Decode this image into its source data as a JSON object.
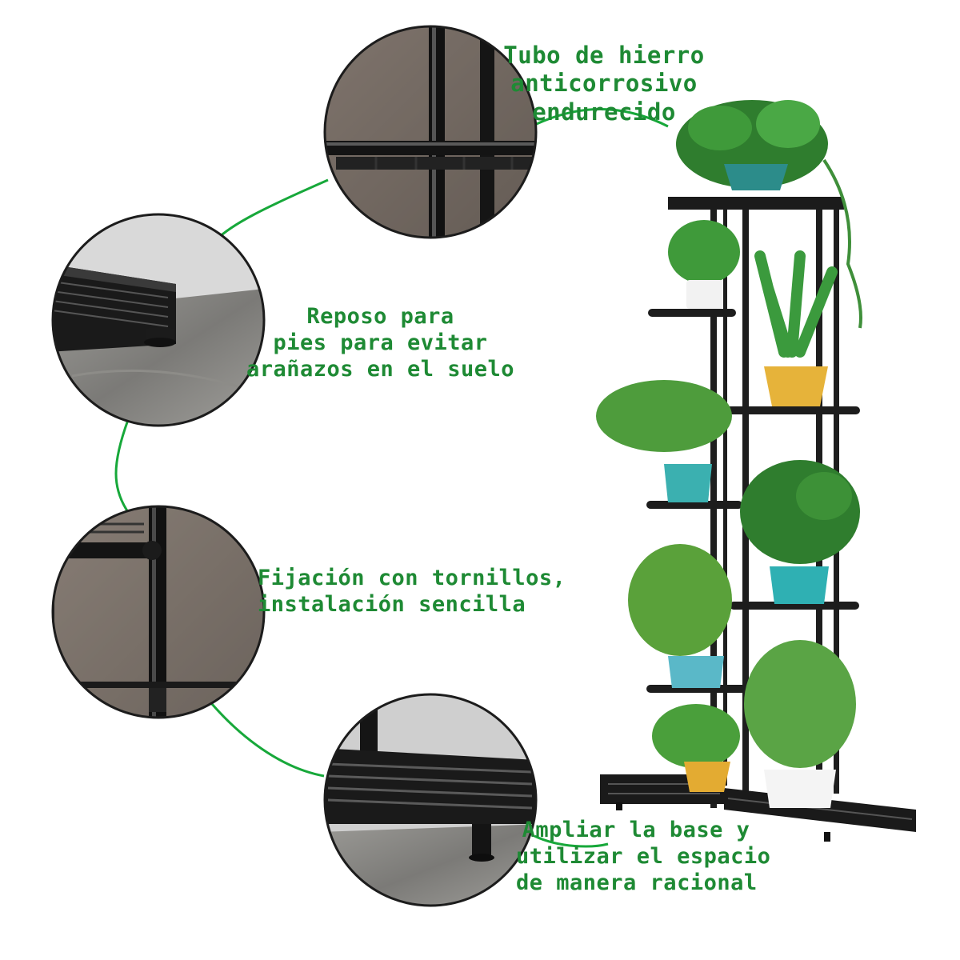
{
  "colors": {
    "caption": "#1e8a34",
    "connector": "#17a83a",
    "metal": "#202020",
    "plant": "#2f7d2e"
  },
  "captions": {
    "iron_tube": [
      "Tubo de hierro",
      "anticorrosivo",
      "endurecido"
    ],
    "foot_rest": [
      "Reposo para",
      "pies para evitar",
      "arañazos en el suelo"
    ],
    "screw_fixing": [
      "Fijación con tornillos,",
      " instalación sencilla"
    ],
    "wide_base": [
      "Ampliar la base y",
      "utilizar el espacio",
      "de manera racional"
    ]
  },
  "detail_circles": [
    {
      "name": "detail-iron-tube",
      "subject": "shelf-frame-closeup"
    },
    {
      "name": "detail-foot-rest",
      "subject": "adjustable-foot-closeup"
    },
    {
      "name": "detail-screw-fixing",
      "subject": "screw-joint-closeup"
    },
    {
      "name": "detail-wide-base",
      "subject": "base-tray-closeup"
    }
  ],
  "product": {
    "subject": "black-metal-plant-stand-with-potted-plants"
  }
}
